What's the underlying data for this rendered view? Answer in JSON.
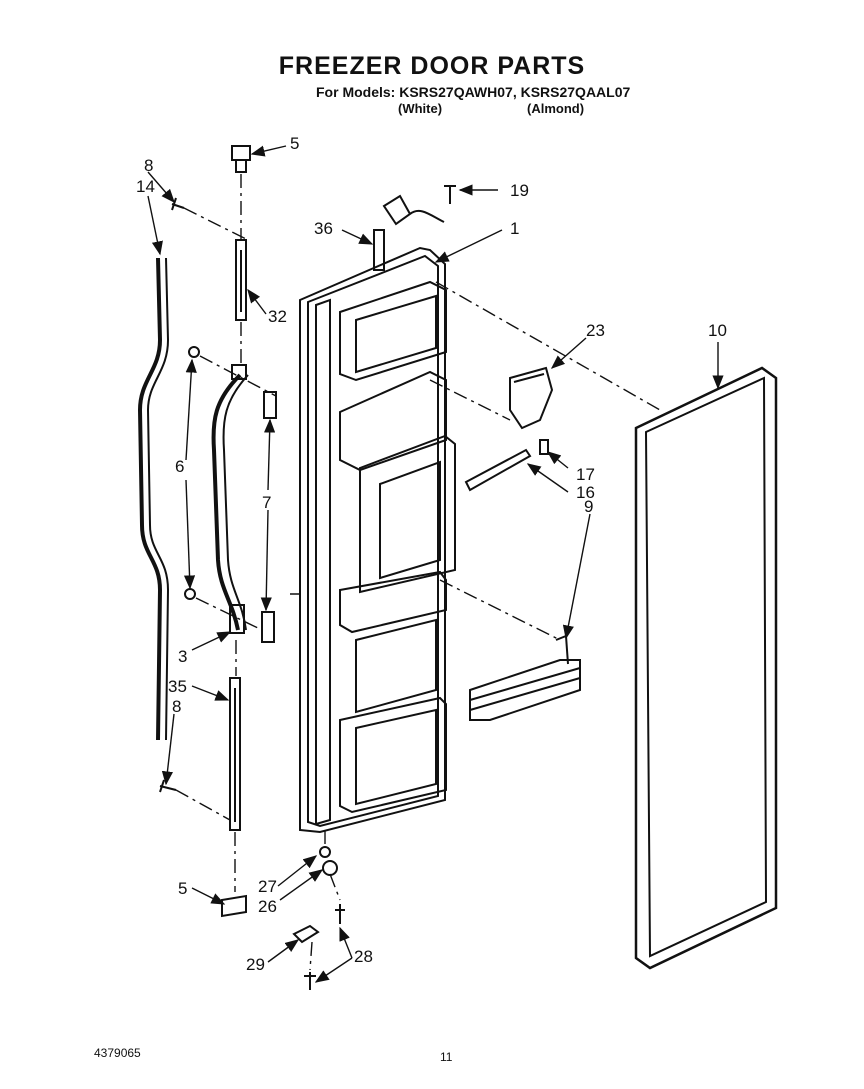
{
  "header": {
    "title": "FREEZER DOOR PARTS",
    "subtitle": "For Models: KSRS27QAWH07, KSRS27QAAL07",
    "variants": [
      "(White)",
      "(Almond)"
    ]
  },
  "callouts": {
    "c1": "1",
    "c3": "3",
    "c5a": "5",
    "c5b": "5",
    "c6": "6",
    "c7": "7",
    "c8a": "8",
    "c8b": "8",
    "c9": "9",
    "c10": "10",
    "c14": "14",
    "c16": "16",
    "c17": "17",
    "c19": "19",
    "c23": "23",
    "c26": "26",
    "c27": "27",
    "c28": "28",
    "c29": "29",
    "c32": "32",
    "c35": "35",
    "c36": "36"
  },
  "footer": {
    "doc_number": "4379065",
    "page_number": "11"
  }
}
